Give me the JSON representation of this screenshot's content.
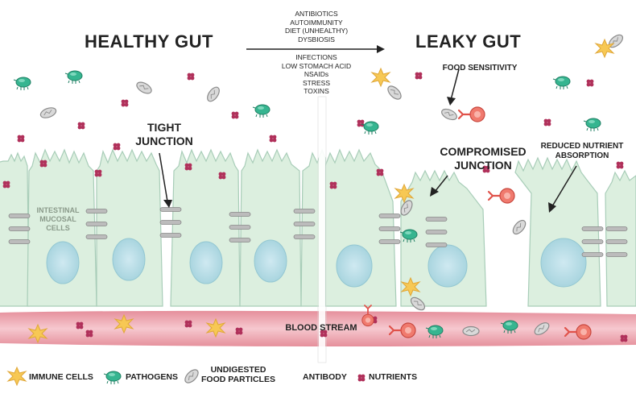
{
  "titles": {
    "healthy": "HEALTHY GUT",
    "leaky": "LEAKY GUT"
  },
  "causes": [
    "ANTIBIOTICS",
    "AUTOIMMUNITY",
    "DIET (UNHEALTHY)",
    "DYSBIOSIS",
    "INFECTIONS",
    "LOW STOMACH ACID",
    "NSAIDs",
    "STRESS",
    "TOXINS"
  ],
  "labels": {
    "tight_junction": [
      "TIGHT",
      "JUNCTION"
    ],
    "cells": [
      "INTESTINAL",
      "MUCOSAL",
      "CELLS"
    ],
    "food_sensitivity": "FOOD SENSITIVITY",
    "compromised": [
      "COMPROMISED",
      "JUNCTION"
    ],
    "reduced": [
      "REDUCED NUTRIENT",
      "ABSORPTION"
    ],
    "blood_stream": "BLOOD STREAM"
  },
  "legend": {
    "immune": "IMMUNE CELLS",
    "pathogens": "PATHOGENS",
    "food": [
      "UNDIGESTED",
      "FOOD PARTICLES"
    ],
    "antibody": "ANTIBODY",
    "nutrients": "NUTRIENTS"
  },
  "colors": {
    "cell_fill": "#d9eedd",
    "cell_stroke": "#a9c9b9",
    "nucleus": "#bfe3ea",
    "blood": "#f2b8c0",
    "nutrient": "#b0305a",
    "pathogen": "#2fae8a",
    "immune": "#f6c64e",
    "antibody": "#e0524a"
  }
}
